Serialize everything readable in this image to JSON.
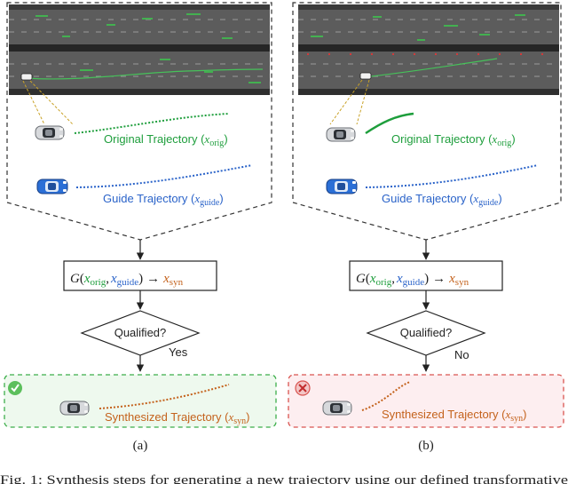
{
  "panels": [
    {
      "id": "a",
      "original_label": "Original Trajectory (",
      "original_var": "x",
      "original_sub": "orig",
      "guide_label": "Guide Trajectory (",
      "guide_var": "x",
      "guide_sub": "guide",
      "close_paren": ")",
      "formula_g": "G",
      "formula_open": "(",
      "formula_var1": "x",
      "formula_sub1": "orig",
      "formula_comma": ",",
      "formula_var2": "x",
      "formula_sub2": "guide",
      "formula_close": ")",
      "arrow": "→",
      "formula_out_var": "x",
      "formula_out_sub": "syn",
      "decision_label": "Qualified?",
      "branch_label": "Yes",
      "result_label": "Synthesized Trajectory (",
      "result_var": "x",
      "result_sub": "syn",
      "result_status": "accepted",
      "caption": "(a)"
    },
    {
      "id": "b",
      "original_label": "Original Trajectory (",
      "original_var": "x",
      "original_sub": "orig",
      "guide_label": "Guide Trajectory (",
      "guide_var": "x",
      "guide_sub": "guide",
      "close_paren": ")",
      "formula_g": "G",
      "formula_open": "(",
      "formula_var1": "x",
      "formula_sub1": "orig",
      "formula_comma": ",",
      "formula_var2": "x",
      "formula_sub2": "guide",
      "formula_close": ")",
      "arrow": "→",
      "formula_out_var": "x",
      "formula_out_sub": "syn",
      "decision_label": "Qualified?",
      "branch_label": "No",
      "result_label": "Synthesized Trajectory (",
      "result_var": "x",
      "result_sub": "syn",
      "result_status": "rejected",
      "caption": "(b)"
    }
  ],
  "figure_caption": "Fig. 1: Synthesis steps for generating a new trajectory using our defined transformative",
  "colors": {
    "original": "#1e9e3c",
    "guide": "#2a63c9",
    "synthesized": "#c4621c",
    "accept_border": "#3cae4a",
    "accept_fill": "#eef9ee",
    "reject_border": "#d9534f",
    "reject_fill": "#fdeef0",
    "road": "#5c5c5c"
  },
  "icons": [
    "car-icon",
    "check-circle-icon",
    "x-circle-icon"
  ]
}
